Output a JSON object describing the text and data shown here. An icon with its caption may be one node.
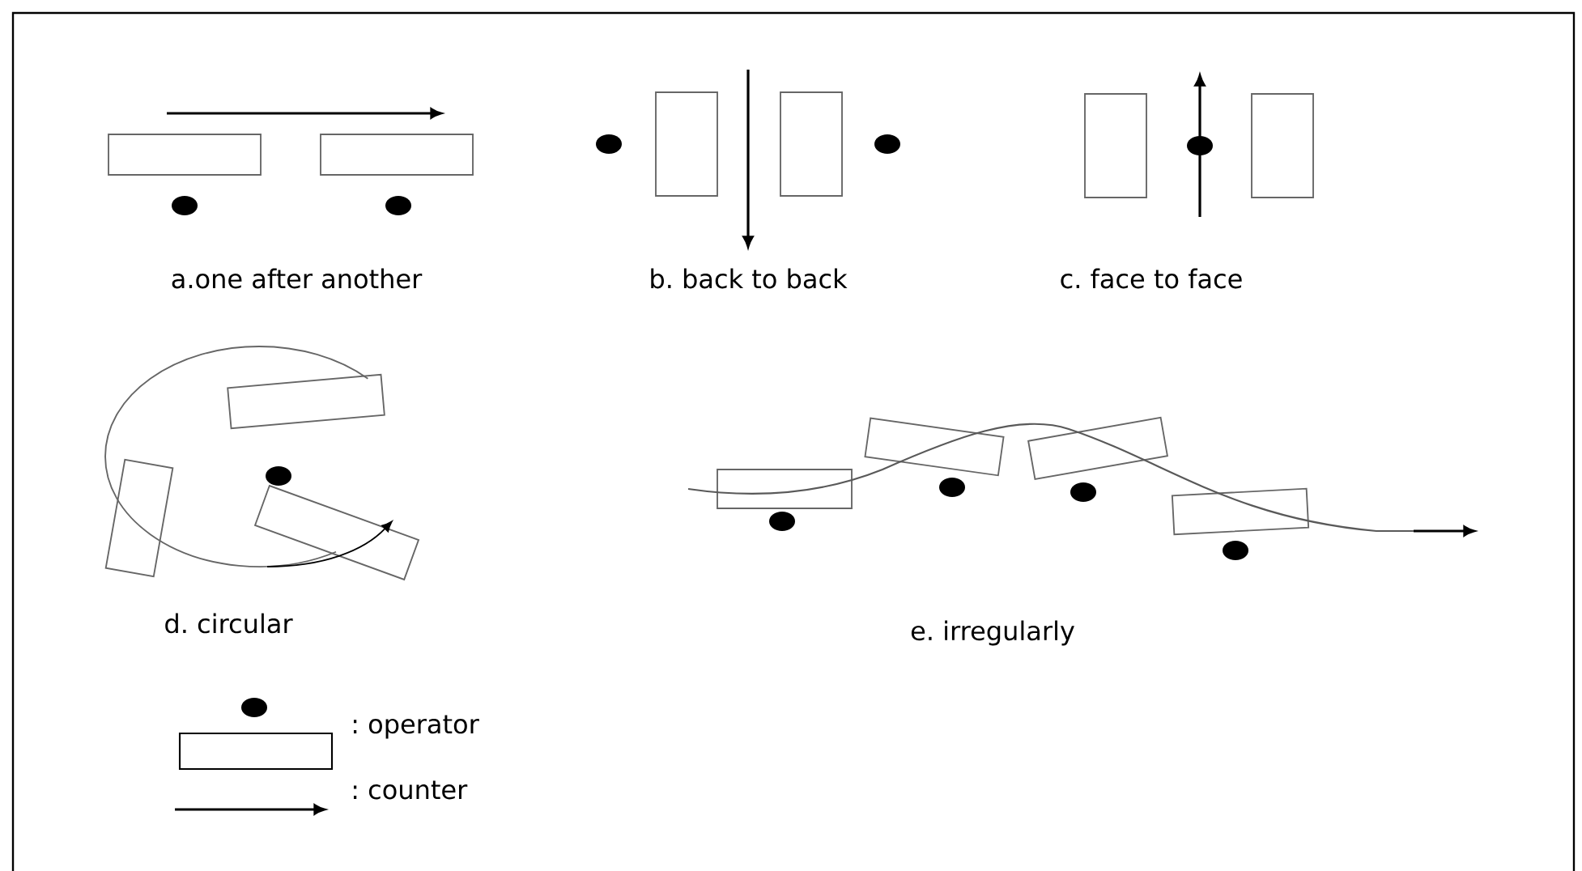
{
  "diagram": {
    "labels": [
      "a.one after another",
      "b. back to back",
      "c. face to face",
      "d. circular",
      "e. irregularly"
    ],
    "legend": [
      {
        "text": ": operator"
      },
      {
        "text": ": counter"
      }
    ]
  }
}
